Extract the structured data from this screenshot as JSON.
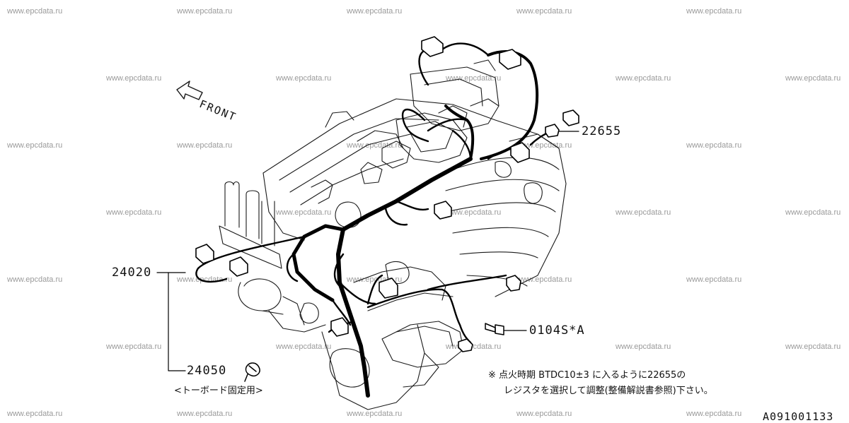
{
  "watermark": "www.epcdata.ru",
  "direction_label": "FRONT",
  "callouts": {
    "sensor_part": "22655",
    "harness_part": "24020",
    "bolt_part": "0104S*A",
    "clip_part": "24050",
    "clip_note": "<トーボード固定用>"
  },
  "note": {
    "line1": "※ 点火時期 BTDC10±3 に入るように22655の",
    "line2": "レジスタを選択して調整(整備解説書参照)下さい。"
  },
  "figure_id": "A091001133"
}
